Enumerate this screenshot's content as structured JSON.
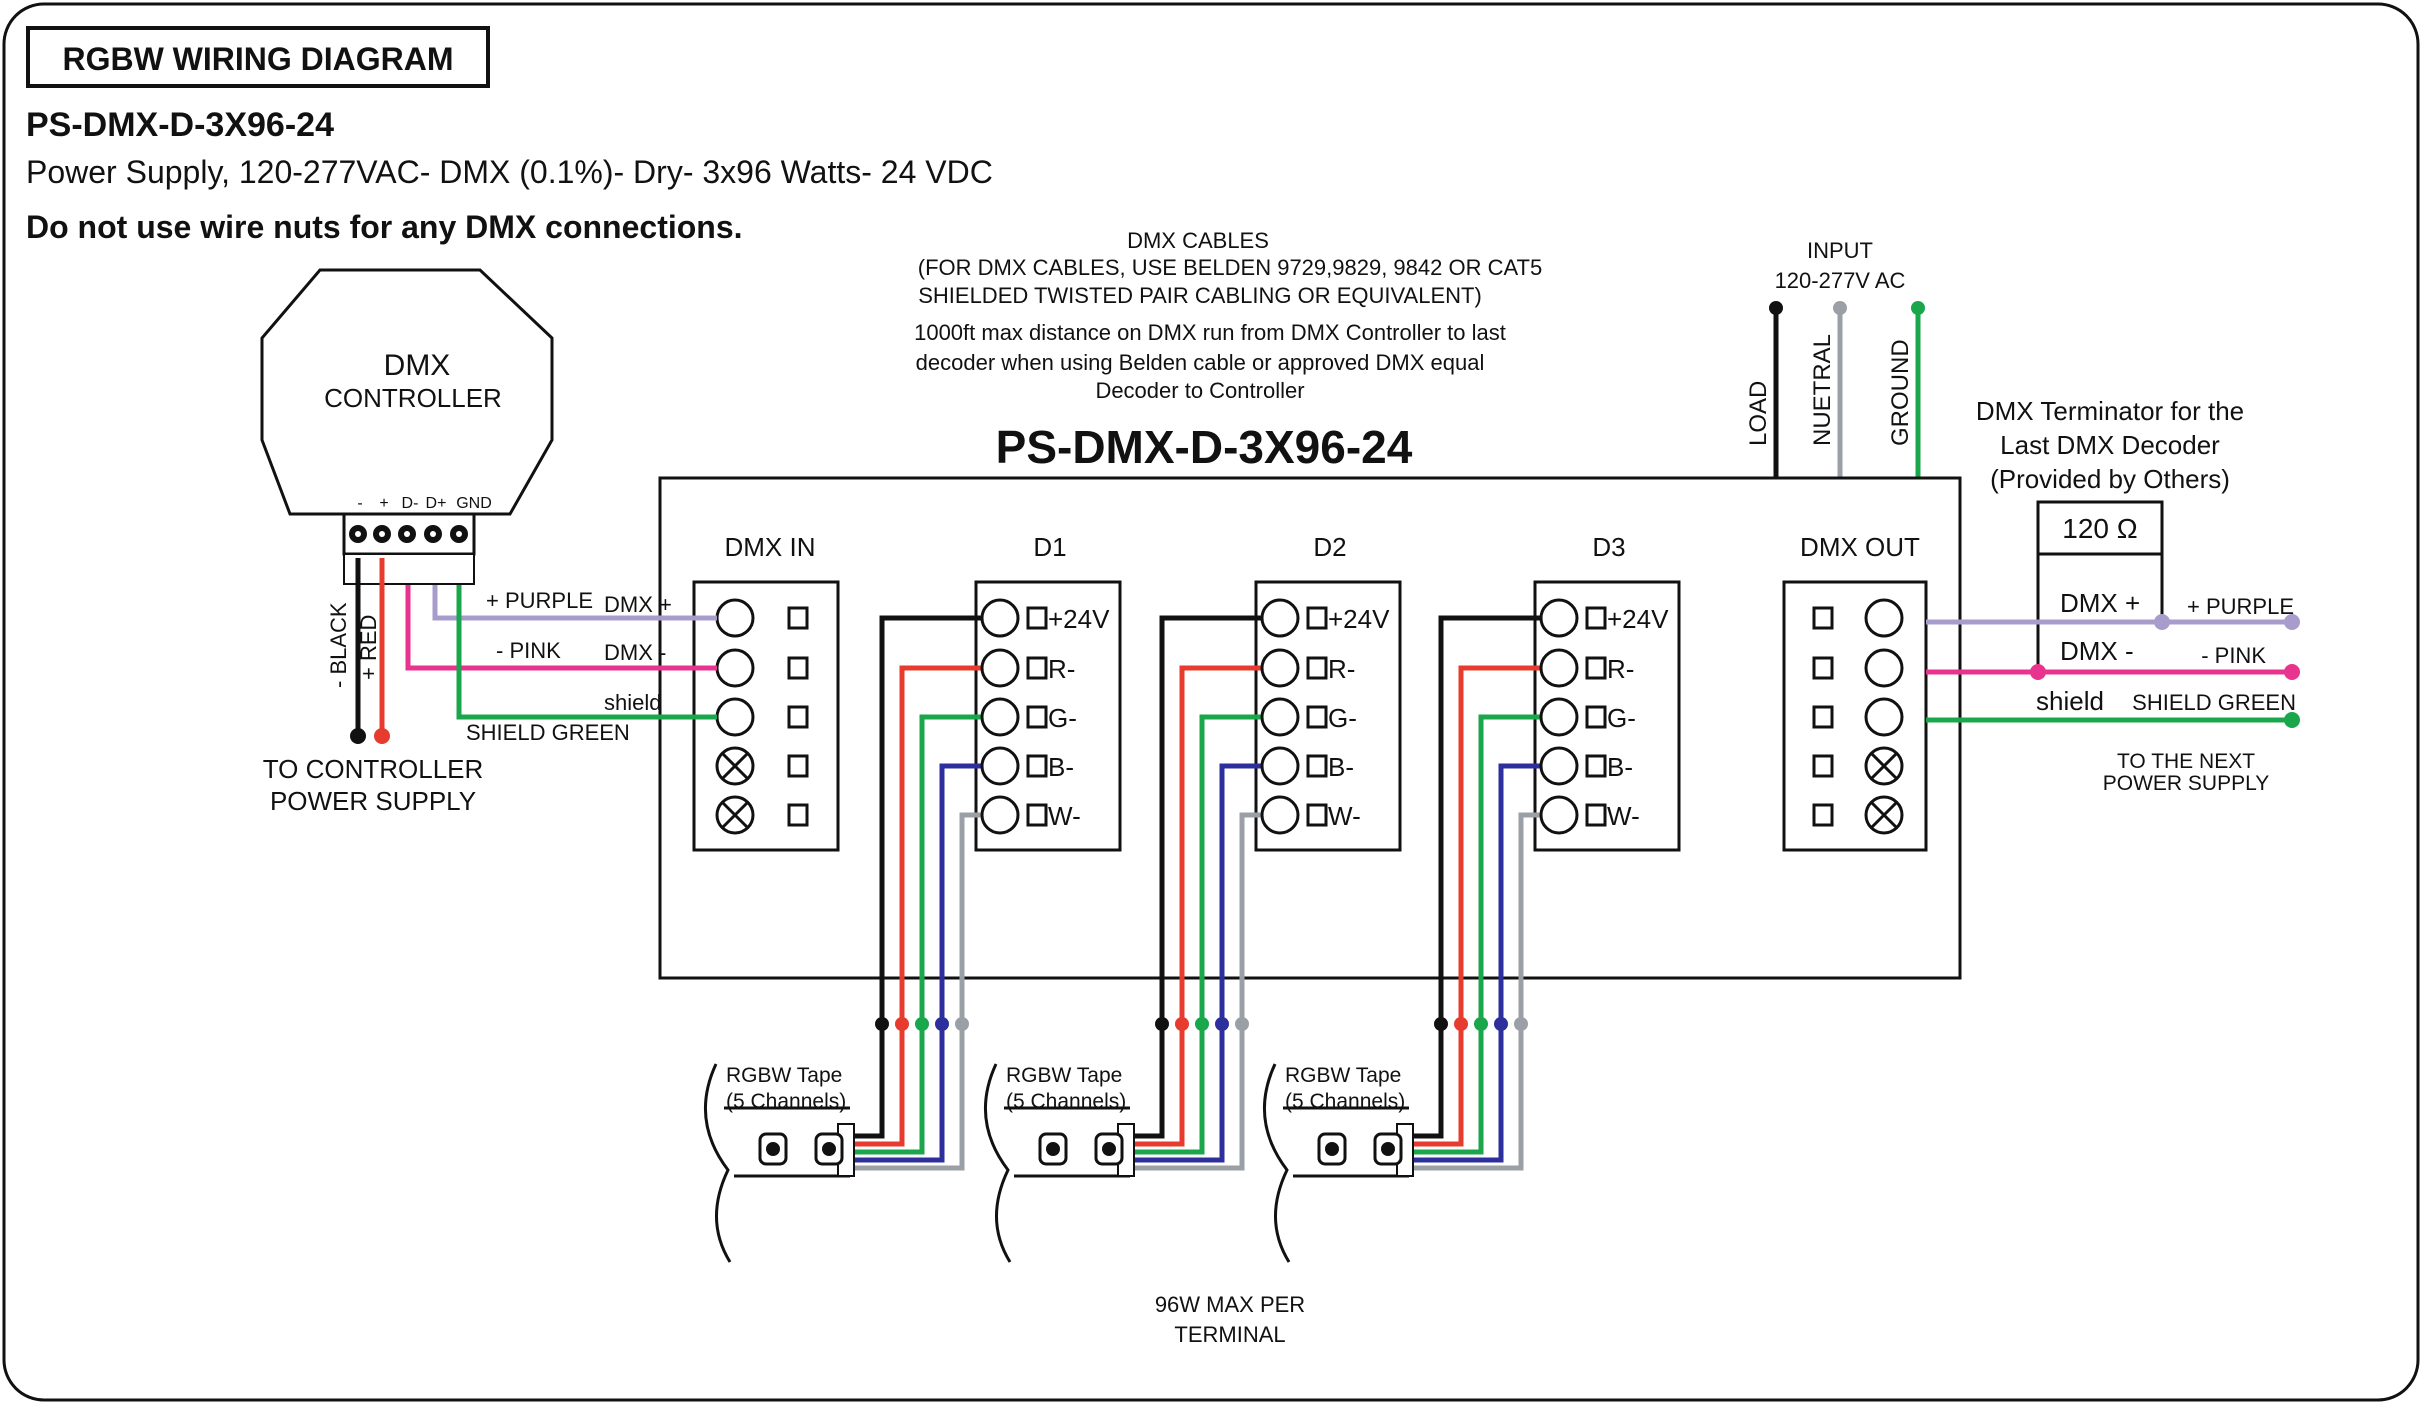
{
  "header": {
    "title": "RGBW WIRING DIAGRAM",
    "model": "PS-DMX-D-3X96-24",
    "description": "Power Supply, 120-277VAC- DMX (0.1%)- Dry- 3x96 Watts- 24 VDC",
    "warning": "Do not use wire nuts for any DMX connections."
  },
  "notes": {
    "cables": [
      "DMX CABLES",
      "(FOR DMX CABLES, USE BELDEN 9729,9829, 9842 OR CAT5",
      "SHIELDED TWISTED PAIR CABLING OR EQUIVALENT)",
      "1000ft max distance on DMX run from DMX Controller to last",
      "decoder when using Belden cable or approved DMX equal",
      "Decoder to Controller"
    ],
    "input": [
      "INPUT",
      "120-277V AC"
    ],
    "terminator": [
      "DMX Terminator for the",
      "Last DMX Decoder",
      "(Provided by Others)"
    ],
    "max_per_terminal": [
      "96W MAX PER",
      "TERMINAL"
    ]
  },
  "input_wires": [
    {
      "label": "LOAD",
      "color": "#111111"
    },
    {
      "label": "NUETRAL",
      "color": "#9aa0a6"
    },
    {
      "label": "GROUND",
      "color": "#1aa64b"
    }
  ],
  "controller": {
    "title_line1": "DMX",
    "title_line2": "CONTROLLER",
    "terminal_labels": [
      "-",
      "+",
      "D-",
      "D+",
      "GND"
    ],
    "wire_black": "- BLACK",
    "wire_red": "+ RED",
    "power_label": [
      "TO CONTROLLER",
      "POWER SUPPLY"
    ]
  },
  "decoder": {
    "model": "PS-DMX-D-3X96-24",
    "dmx_in": {
      "title": "DMX IN",
      "pins": [
        "DMX +",
        "DMX -",
        "shield"
      ]
    },
    "dmx_out": {
      "title": "DMX OUT"
    },
    "channels": [
      {
        "title": "D1"
      },
      {
        "title": "D2"
      },
      {
        "title": "D3"
      }
    ],
    "channel_pins": [
      "+24V",
      "R-",
      "G-",
      "B-",
      "W-"
    ]
  },
  "wire_labels_in": {
    "purple": "+ PURPLE",
    "pink": "- PINK",
    "green": "SHIELD GREEN"
  },
  "output": {
    "terminator_value": "120 Ω",
    "pins": [
      "DMX +",
      "DMX -",
      "shield"
    ],
    "purple": "+ PURPLE",
    "pink": "- PINK",
    "green": "SHIELD GREEN",
    "next_supply": [
      "TO THE NEXT",
      "POWER SUPPLY"
    ]
  },
  "tape": {
    "label_line1": "RGBW Tape",
    "label_line2": "(5 Channels)"
  },
  "colors": {
    "black": "#111111",
    "red": "#e63b2e",
    "green": "#1aa64b",
    "blue": "#2c2f9c",
    "gray": "#9aa0a6",
    "purple": "#a89ccc",
    "pink": "#e8338f"
  }
}
